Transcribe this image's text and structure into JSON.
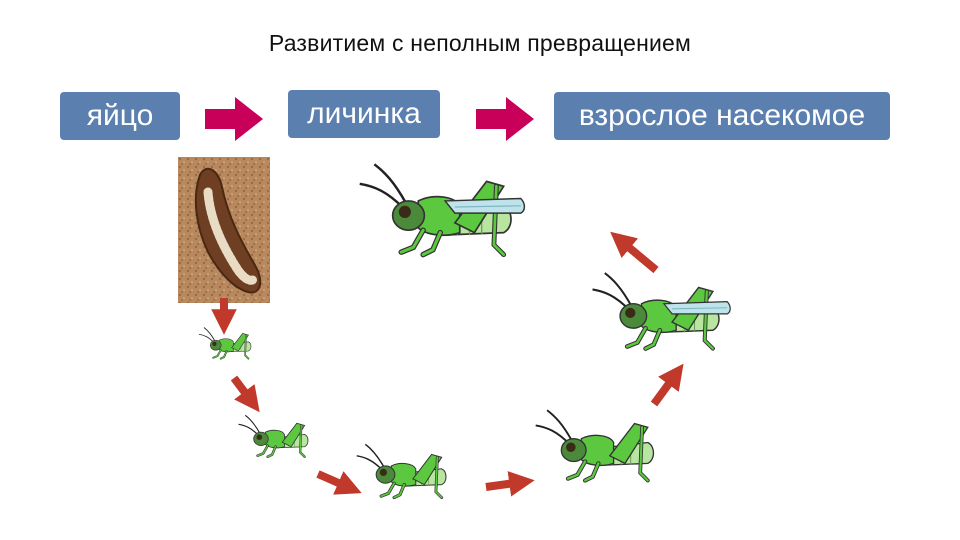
{
  "title": "Развитием с неполным превращением",
  "stages": {
    "egg": "яйцо",
    "larva": "личинка",
    "adult": "взрослое насекомое"
  },
  "colors": {
    "stage_box": "#5b7fae",
    "stage_arrow": "#c8005a",
    "cycle_arrow": "#c0392b",
    "insect_green": "#5cc840",
    "insect_light": "#b8e6a0",
    "wing": "#bfe3ea",
    "egg_pod": "#8a5a3a"
  },
  "icons": [
    "egg-pod-image",
    "grasshopper-icon"
  ]
}
